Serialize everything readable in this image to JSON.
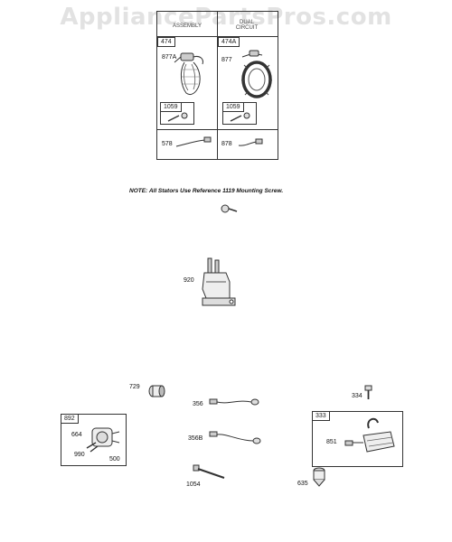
{
  "watermark": "AppliancePartsPros.com",
  "stator_table": {
    "headers": [
      "ASSEMBLY",
      "DUAL CIRCUIT"
    ],
    "cells": [
      "474",
      "474A"
    ],
    "refs": [
      "877A",
      "877",
      "1059",
      "1059",
      "578",
      "878"
    ]
  },
  "note": {
    "prefix": "NOTE:",
    "text": "All Stators Use Reference  1119 Mounting Screw."
  },
  "parts": {
    "p920": "920",
    "p729": "729",
    "p356": "356",
    "p356b": "356B",
    "p334": "334",
    "p892": "892",
    "p664": "664",
    "p990": "990",
    "p500": "500",
    "p333": "333",
    "p851": "851",
    "p1054": "1054",
    "p635": "635"
  }
}
